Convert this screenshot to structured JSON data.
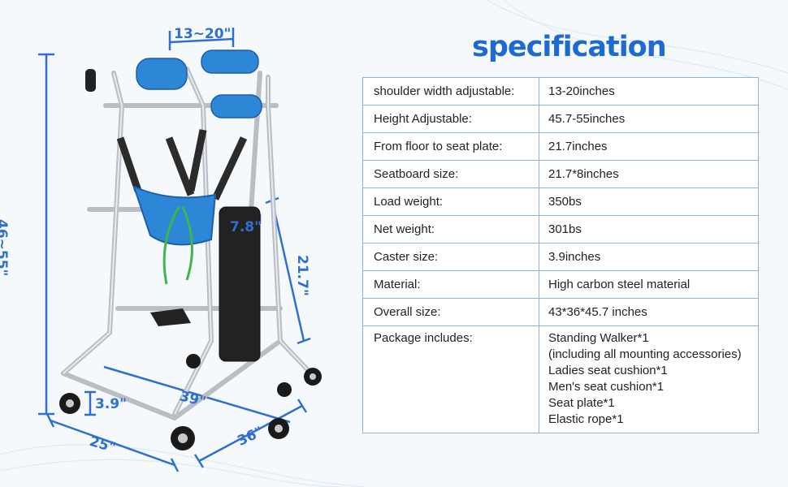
{
  "title": "specification",
  "dimensions": {
    "shoulder_width": "13~20\"",
    "total_height": "46~55\"",
    "seat_height": "21.7\"",
    "seat_width": "7.8\"",
    "caster": "3.9\"",
    "length": "39\"",
    "width": "25\"",
    "depth": "36\""
  },
  "specs": [
    {
      "key": "shoulder width adjustable:",
      "value": "13-20inches"
    },
    {
      "key": "Height Adjustable:",
      "value": "45.7-55inches"
    },
    {
      "key": "From floor to seat plate:",
      "value": "21.7inches"
    },
    {
      "key": "Seatboard size:",
      "value": "21.7*8inches"
    },
    {
      "key": "Load weight:",
      "value": "350bs"
    },
    {
      "key": "Net weight:",
      "value": "301bs"
    },
    {
      "key": "Caster size:",
      "value": "3.9inches"
    },
    {
      "key": "Material:",
      "value": "High carbon steel material"
    },
    {
      "key": "Overall size:",
      "value": "43*36*45.7 inches"
    }
  ],
  "package": {
    "key": "Package includes:",
    "items": [
      "Standing Walker*1",
      "(including all mounting accessories)",
      "Ladies seat cushion*1",
      "Men's seat cushion*1",
      "Seat plate*1",
      "Elastic rope*1"
    ]
  },
  "colors": {
    "accent": "#1d6bd1",
    "dimension": "#2f6fcf",
    "border": "#8fb3d9",
    "pad": "#2d86d6"
  }
}
